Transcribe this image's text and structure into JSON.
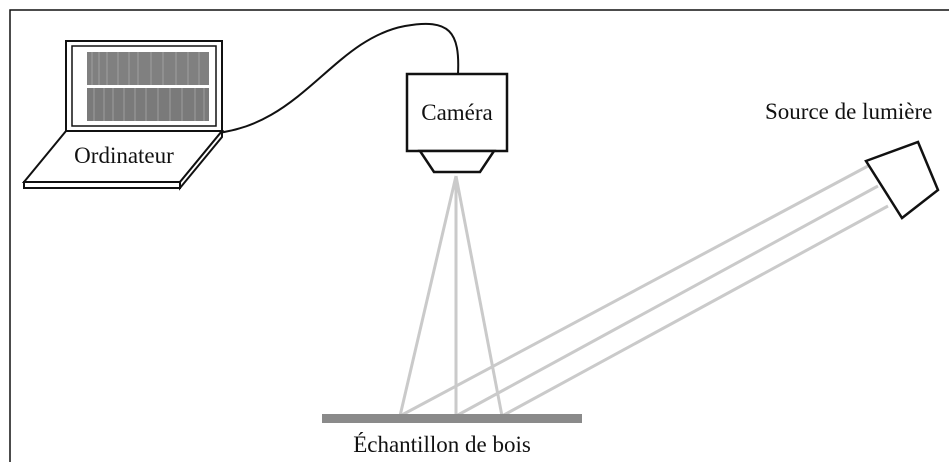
{
  "labels": {
    "computer": "Ordinateur",
    "camera": "Caméra",
    "light_source": "Source de lumière",
    "sample": "Échantillon de bois"
  },
  "colors": {
    "ink": "#111111",
    "beam": "#c8c8c8",
    "sample": "#8a8a8a"
  }
}
